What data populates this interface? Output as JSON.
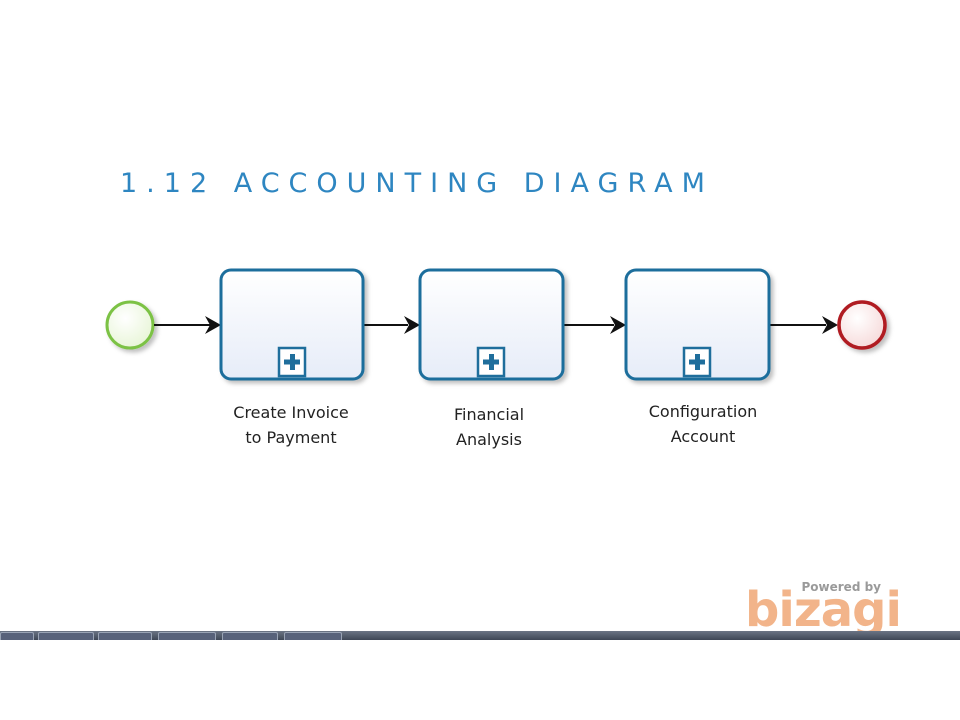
{
  "slide": {
    "title": "1.12 ACCOUNTING DIAGRAM"
  },
  "diagram": {
    "start_event": {
      "icon": "start-event-circle",
      "color": "#7cc245"
    },
    "end_event": {
      "icon": "end-event-circle",
      "color": "#b01e22"
    },
    "tasks": [
      {
        "label": "Create Invoice\nto Payment",
        "marker": "subprocess-plus-icon"
      },
      {
        "label": "Financial\nAnalysis",
        "marker": "subprocess-plus-icon"
      },
      {
        "label": "Configuration\nAccount",
        "marker": "subprocess-plus-icon"
      }
    ],
    "task_border_color": "#1f6e9c"
  },
  "logo": {
    "powered_by": "Powered by",
    "brand": "bizagi"
  }
}
